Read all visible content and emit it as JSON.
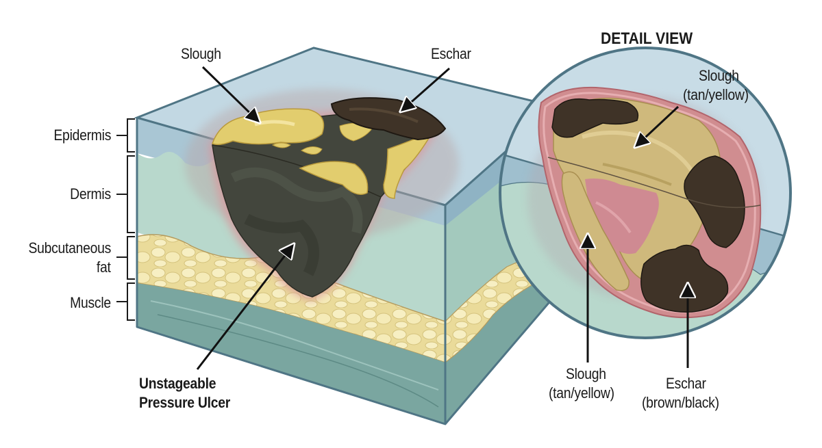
{
  "diagram": {
    "title": "Unstageable Pressure Ulcer",
    "layers": [
      {
        "id": "epidermis",
        "label": "Epidermis",
        "color": "#a9c6d4"
      },
      {
        "id": "dermis",
        "label": "Dermis",
        "color": "#b8d8cc"
      },
      {
        "id": "subcutaneous",
        "label": "Subcutaneous\nfat",
        "line1": "Subcutaneous",
        "line2": "fat",
        "color": "#efe2a6"
      },
      {
        "id": "muscle",
        "label": "Muscle",
        "color": "#7aa6a0"
      }
    ],
    "callouts": {
      "slough_top": "Slough",
      "eschar_top": "Eschar",
      "main_label_line1": "Unstageable",
      "main_label_line2": "Pressure Ulcer"
    },
    "detail_view": {
      "title": "DETAIL VIEW",
      "slough_top_line1": "Slough",
      "slough_top_line2": "(tan/yellow)",
      "slough_bottom_line1": "Slough",
      "slough_bottom_line2": "(tan/yellow)",
      "eschar_bottom_line1": "Eschar",
      "eschar_bottom_line2": "(brown/black)"
    },
    "colors": {
      "slough": "#e2cd6e",
      "slough_tan": "#cfb97c",
      "eschar": "#3f3327",
      "wound_base": "#3e4139",
      "inflamed_rim": "#d98f95",
      "outline": "#4f7585"
    }
  }
}
